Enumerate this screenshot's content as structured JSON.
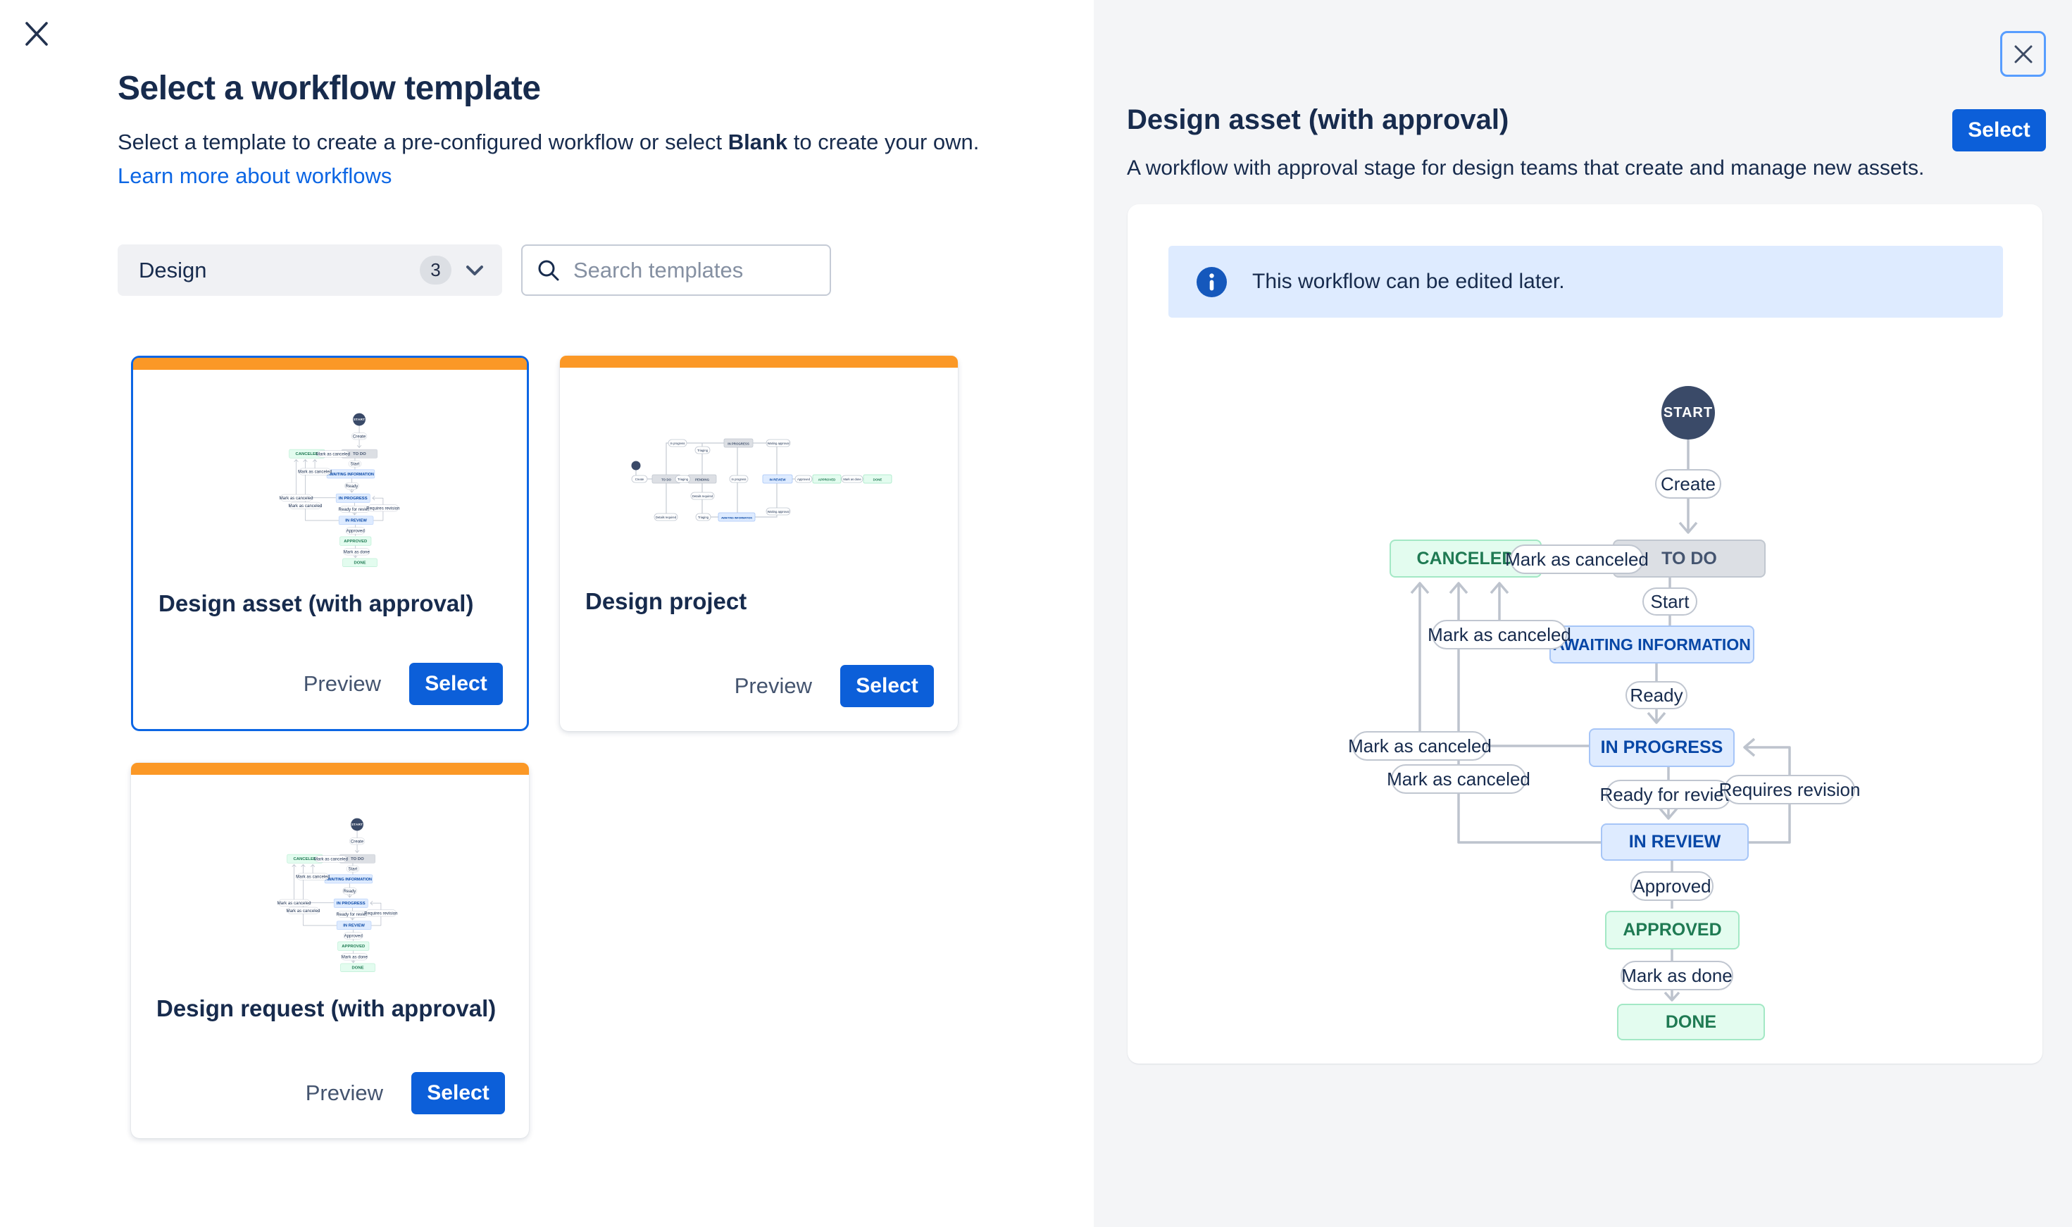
{
  "left_panel": {
    "close_icon": "x-close",
    "title": "Select a workflow template",
    "subtitle": {
      "prefix": "Select a template to create a pre-configured workflow or select ",
      "bold": "Blank",
      "suffix": " to create your own."
    },
    "learn_more_link": "Learn more about workflows",
    "filter_dropdown": {
      "label": "Design",
      "count": "3"
    },
    "search": {
      "placeholder": "Search templates"
    },
    "cards": [
      {
        "title": "Design asset (with approval)",
        "preview": "Preview",
        "select": "Select"
      },
      {
        "title": "Design project",
        "preview": "Preview",
        "select": "Select"
      },
      {
        "title": "Design request (with approval)",
        "preview": "Preview",
        "select": "Select"
      }
    ]
  },
  "right_panel": {
    "title": "Design asset (with approval)",
    "select": "Select",
    "description": "A workflow with approval stage for design teams that create and manage new assets.",
    "banner": {
      "text": "This workflow can be edited later."
    },
    "diagram": {
      "start": "START",
      "states": {
        "canceled": "CANCELED",
        "todo": "TO DO",
        "awaiting_information": "AWAITING INFORMATION",
        "in_progress": "IN PROGRESS",
        "in_review": "IN REVIEW",
        "approved": "APPROVED",
        "done": "DONE"
      },
      "transitions": {
        "create": "Create",
        "mark_as_canceled": "Mark as canceled",
        "start": "Start",
        "ready": "Ready",
        "ready_for_review": "Ready for review",
        "requires_revision": "Requires revision",
        "approved": "Approved",
        "mark_as_done": "Mark as done"
      }
    }
  },
  "thumb_project": {
    "start": "START",
    "states": {
      "todo": "TO DO",
      "pending": "PENDING",
      "in_progress": "IN PROGRESS",
      "awaiting_information": "AWAITING INFORMATION",
      "in_review": "IN REVIEW",
      "approved": "APPROVED",
      "done": "DONE"
    },
    "transitions": {
      "create": "Create",
      "triaging": "Triaging",
      "in_progress": "In progress",
      "details_required": "Details required",
      "waiting_approval": "Waiting approval",
      "approved": "Approved",
      "mark_as_done": "Mark as done"
    }
  },
  "colors": {
    "accent_blue": "#0C5FD9",
    "link_blue": "#0C66E4",
    "selected_card_border": "#0C66E4",
    "orange_bar": "#FB9826",
    "panel_bg": "#F4F5F7",
    "banner_bg": "#DEEBFF",
    "info_icon_blue": "#1558BC",
    "state_blue_bg": "#DEEBFF",
    "state_blue_text": "#0747A6",
    "state_green_bg": "#E3FCEF",
    "state_green_text": "#1F7A53",
    "state_gray_bg": "#DCDFE4",
    "state_gray_text": "#44546F",
    "start_node_bg": "#3A4A68",
    "connector_gray": "#BDC3CD",
    "text_dark": "#172B4D"
  }
}
